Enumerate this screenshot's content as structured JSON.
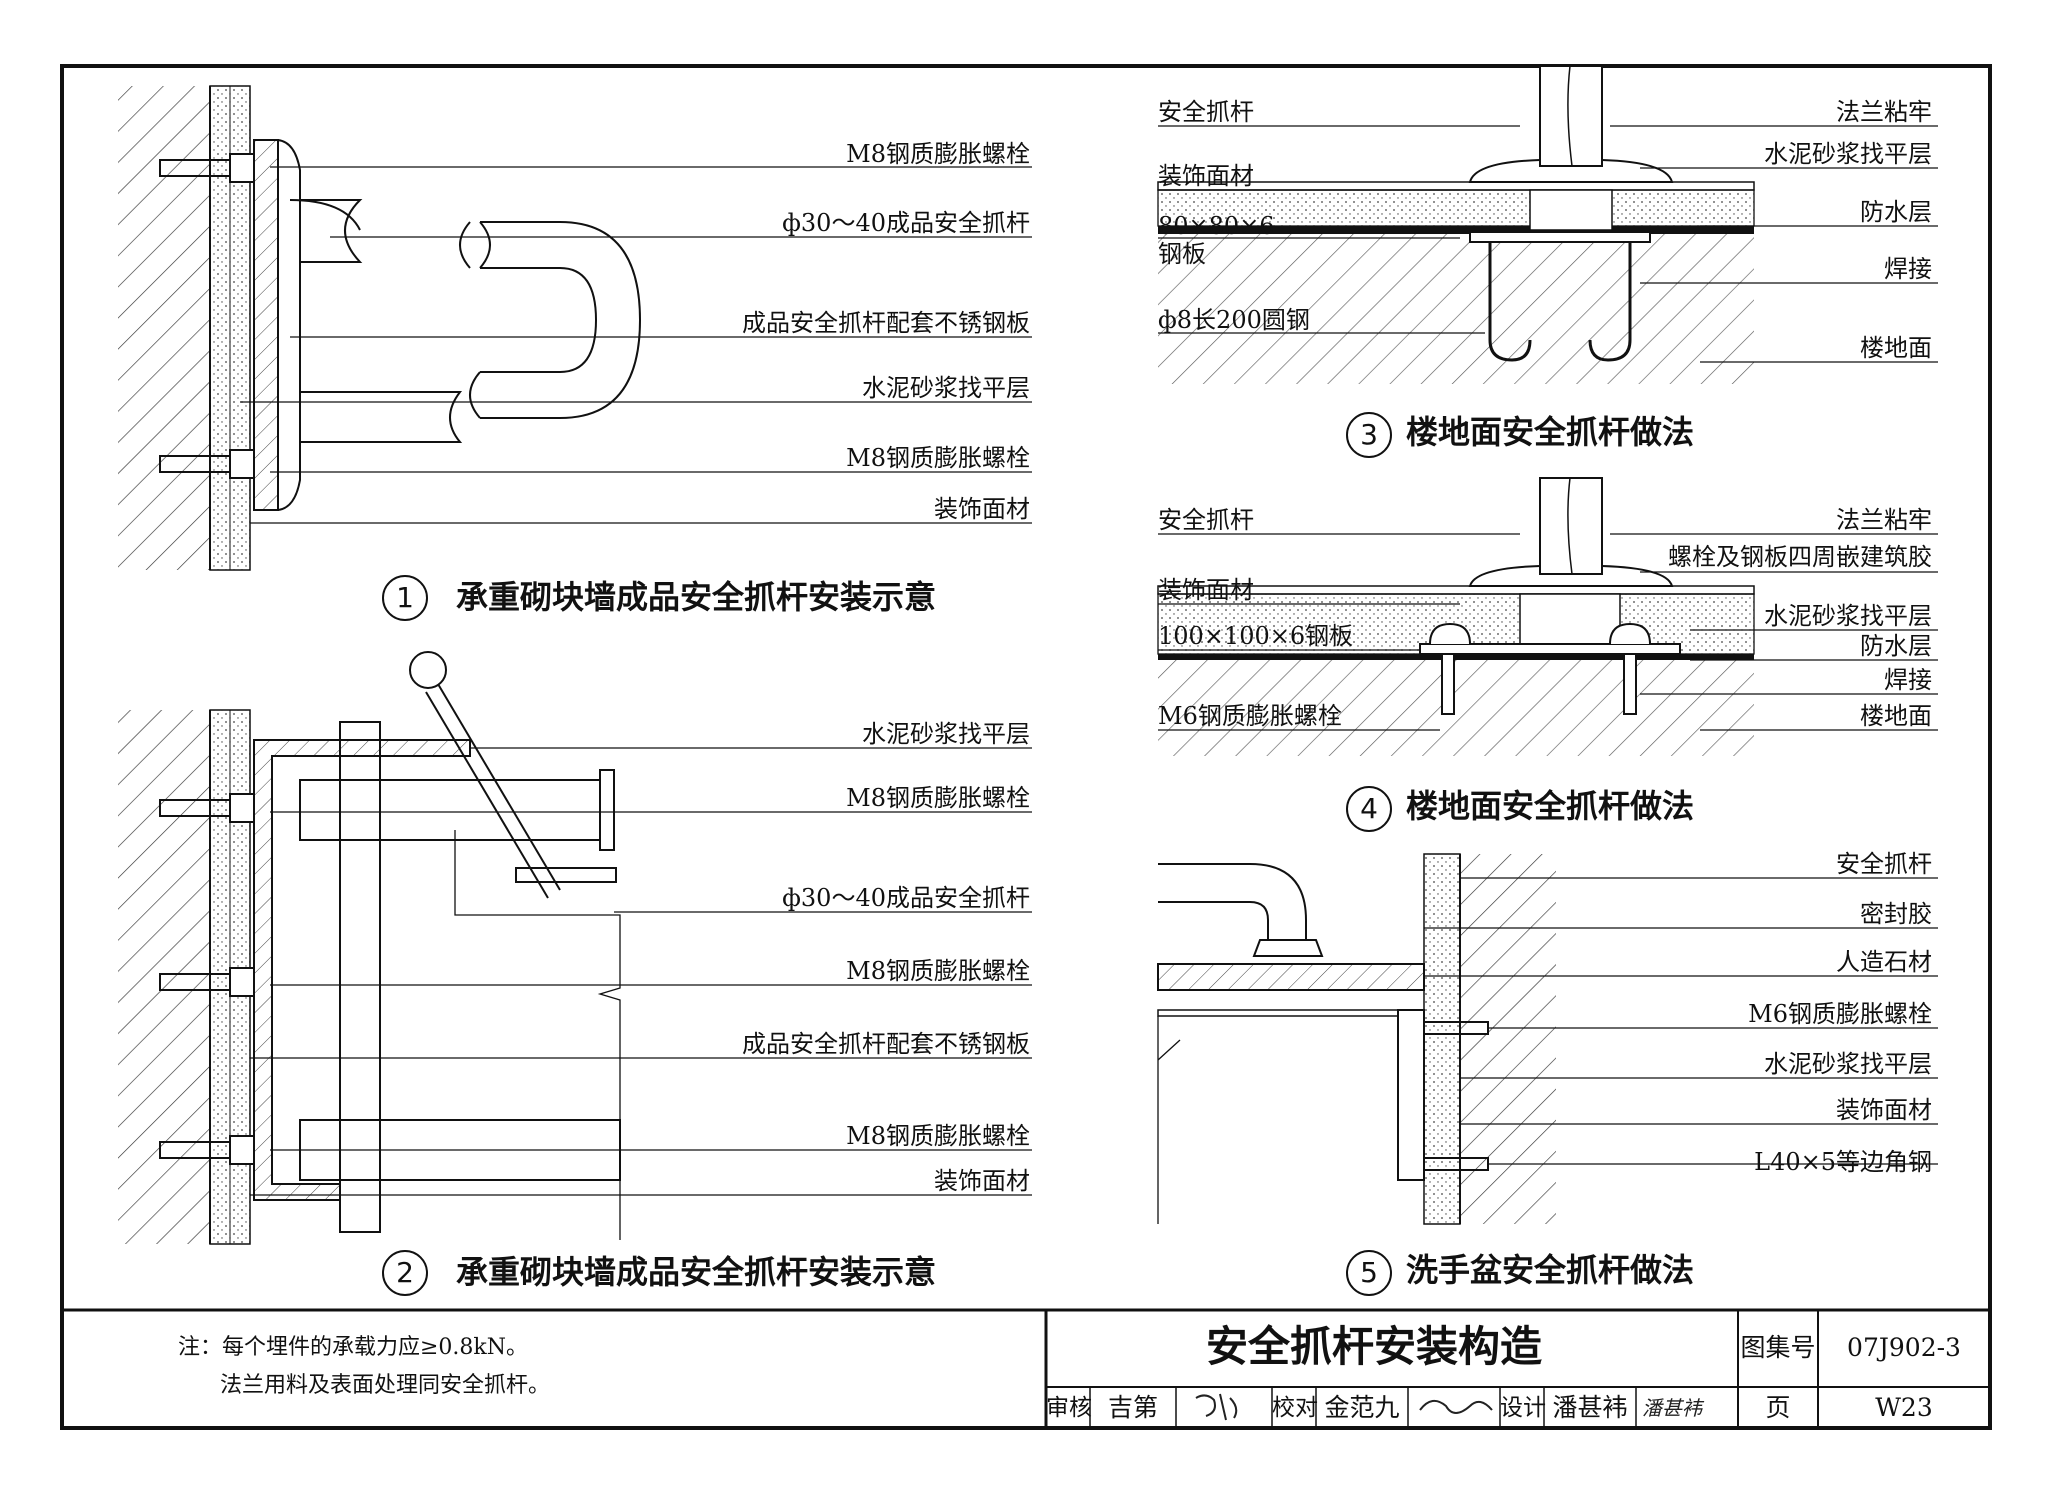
{
  "fig1": {
    "number": "1",
    "title": "承重砌块墙成品安全抓杆安装示意",
    "labels": [
      "M8钢质膨胀螺栓",
      "ф30～40成品安全抓杆",
      "成品安全抓杆配套不锈钢板",
      "水泥砂浆找平层",
      "M8钢质膨胀螺栓",
      "装饰面材"
    ]
  },
  "fig2": {
    "number": "2",
    "title": "承重砌块墙成品安全抓杆安装示意",
    "labels": [
      "水泥砂浆找平层",
      "M8钢质膨胀螺栓",
      "ф30～40成品安全抓杆",
      "M8钢质膨胀螺栓",
      "成品安全抓杆配套不锈钢板",
      "M8钢质膨胀螺栓",
      "装饰面材"
    ]
  },
  "fig3": {
    "number": "3",
    "title": "楼地面安全抓杆做法",
    "left_labels": [
      "安全抓杆",
      "装饰面材",
      "80×80×6",
      "钢板",
      "ф8长200圆钢"
    ],
    "right_labels": [
      "法兰粘牢",
      "水泥砂浆找平层",
      "防水层",
      "焊接",
      "楼地面"
    ]
  },
  "fig4": {
    "number": "4",
    "title": "楼地面安全抓杆做法",
    "left_labels": [
      "安全抓杆",
      "装饰面材",
      "100×100×6钢板",
      "M6钢质膨胀螺栓"
    ],
    "right_labels": [
      "法兰粘牢",
      "螺栓及钢板四周嵌建筑胶",
      "水泥砂浆找平层",
      "防水层",
      "焊接",
      "楼地面"
    ]
  },
  "fig5": {
    "number": "5",
    "title": "洗手盆安全抓杆做法",
    "labels": [
      "安全抓杆",
      "密封胶",
      "人造石材",
      "M6钢质膨胀螺栓",
      "水泥砂浆找平层",
      "装饰面材",
      "L40×5等边角钢"
    ]
  },
  "notes": [
    "注：每个埋件的承载力应≥0.8kN。",
    "法兰用料及表面处理同安全抓杆。"
  ],
  "titleblock": {
    "main_title": "安全抓杆安装构造",
    "atlas_label": "图集号",
    "atlas_no": "07J902-3",
    "page_label": "页",
    "page_no": "W23",
    "review_label": "审核",
    "review_name": "吉第",
    "check_label": "校对",
    "check_name": "金范九",
    "design_label": "设计",
    "design_name": "潘甚袆",
    "design_sign": "潘甚袆"
  }
}
